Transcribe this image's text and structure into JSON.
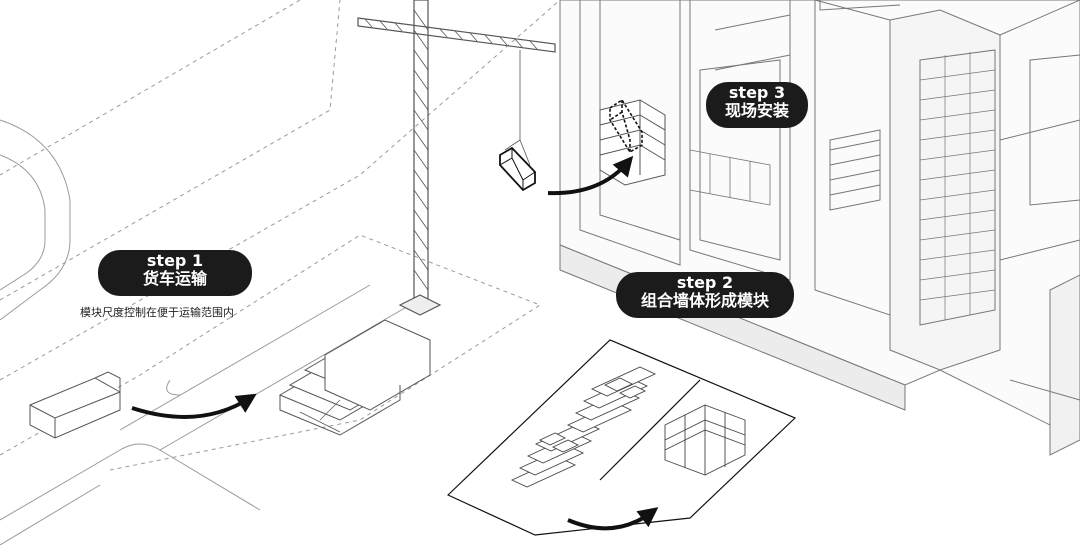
{
  "steps": [
    {
      "label": "step 1",
      "title": "货车运输",
      "note": "模块尺度控制在便于运输范围内"
    },
    {
      "label": "step 2",
      "title": "组合墙体形成模块"
    },
    {
      "label": "step 3",
      "title": "现场安装"
    }
  ],
  "colors": {
    "pill": "#1b1b1b",
    "line": "#444444",
    "dashed": "#9a9a9a"
  }
}
